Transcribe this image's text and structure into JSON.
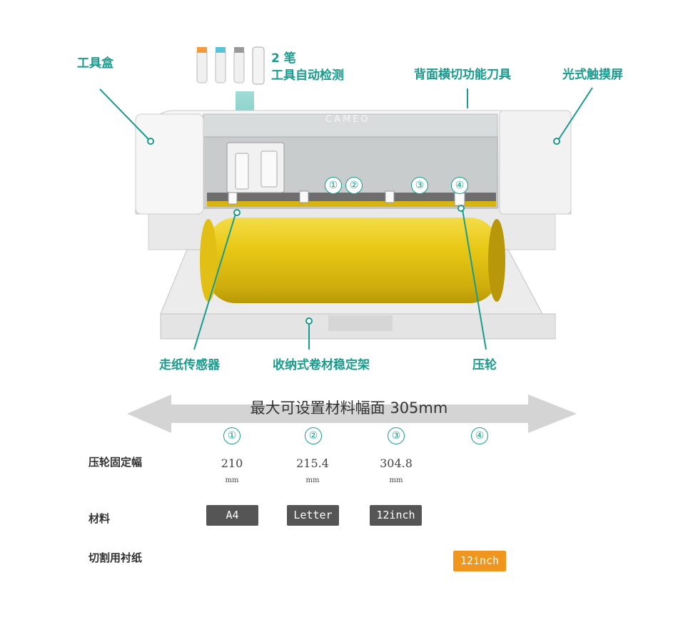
{
  "callouts": {
    "tool_box": "工具盒",
    "pens_line1": "2 笔",
    "pens_line2": "工具自动检测",
    "rear_cutter": "背面横切功能刀具",
    "touch_screen": "光式触摸屏",
    "feed_sensor": "走纸传感器",
    "roll_holder": "收纳式卷材稳定架",
    "pinch_roller": "压轮"
  },
  "device": {
    "brand": "CAMEO"
  },
  "roller_markers": [
    "①",
    "②",
    "③",
    "④"
  ],
  "table": {
    "title": "最大可设置材料幅面 305mm",
    "columns": [
      "①",
      "②",
      "③",
      "④"
    ],
    "row1_label": "压轮固定幅",
    "widths": [
      "210",
      "215.4",
      "304.8"
    ],
    "unit": "mm",
    "row2_label": "材料",
    "materials": [
      "A4",
      "Letter",
      "12inch"
    ],
    "row3_label": "切割用衬纸",
    "mat": "12inch"
  },
  "colors": {
    "accent": "#1b9a8e",
    "tag_gray": "#555555",
    "tag_orange": "#f0961e",
    "roll": "#e8c412"
  }
}
